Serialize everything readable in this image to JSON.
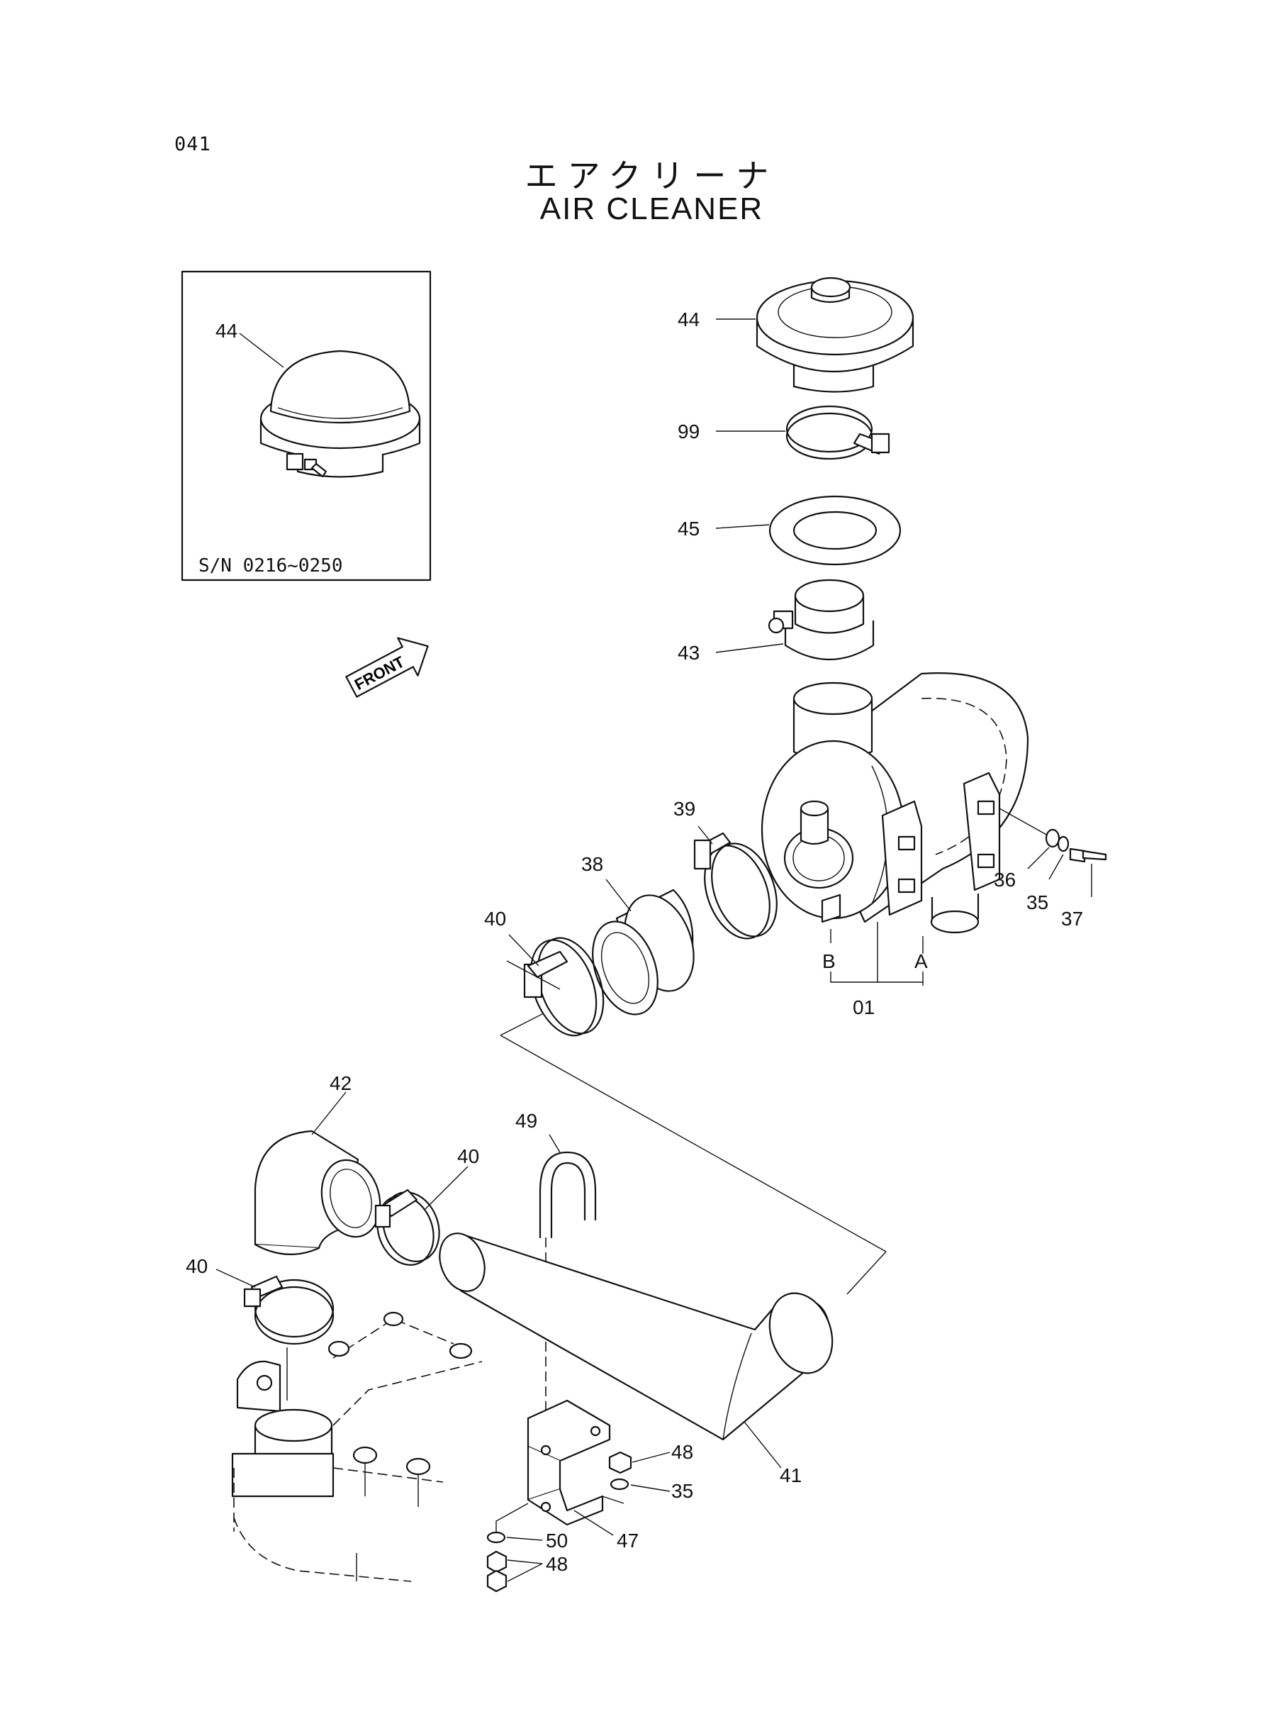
{
  "page": {
    "number": "041"
  },
  "title": {
    "japanese": "エアクリーナ",
    "english": "AIR CLEANER"
  },
  "inset": {
    "serial_range": "S/N 0216~0250",
    "part_label": "44"
  },
  "front_arrow": {
    "label": "FRONT"
  },
  "callouts": {
    "c44_top": "44",
    "c99": "99",
    "c45": "45",
    "c43": "43",
    "c39": "39",
    "c38": "38",
    "c40_upper": "40",
    "c36": "36",
    "c35_upper": "35",
    "c37": "37",
    "cA": "A",
    "cB": "B",
    "c01": "01",
    "c42": "42",
    "c49": "49",
    "c40_mid": "40",
    "c40_left": "40",
    "c41": "41",
    "c48_upper": "48",
    "c35_lower": "35",
    "c47": "47",
    "c50": "50",
    "c48_lower": "48"
  }
}
